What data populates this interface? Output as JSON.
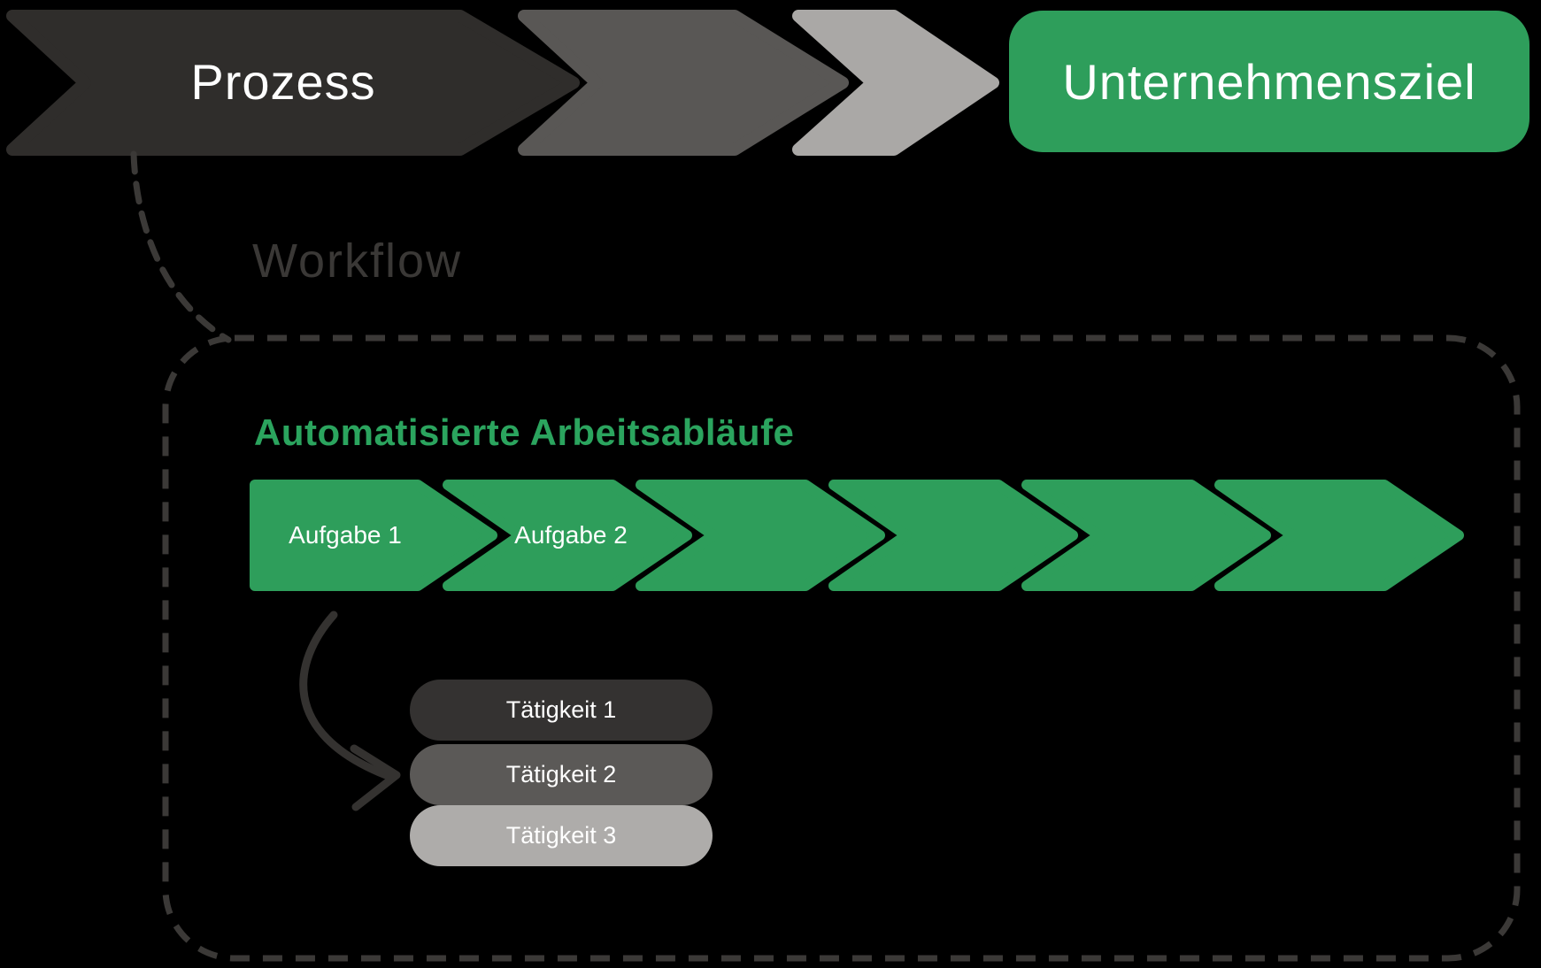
{
  "diagram_title": "Prozess zu Unternehmensziel Workflow-Diagramm",
  "top_flow": {
    "process_label": "Prozess",
    "goal_label": "Unternehmensziel",
    "workflow_label": "Workflow",
    "arrow_count": 3
  },
  "workflow_box": {
    "heading": "Automatisierte Arbeitsabläufe",
    "task_arrow_count": 6,
    "task_labels": [
      "Aufgabe 1",
      "Aufgabe 2",
      "",
      "",
      "",
      ""
    ],
    "activity_labels": [
      "Tätigkeit 1",
      "Tätigkeit 2",
      "Tätigkeit 3"
    ]
  },
  "colors": {
    "background": "#000000",
    "dark_gray": "#2f2d2b",
    "medium_gray": "#595755",
    "light_gray": "#aaa8a6",
    "green": "#2e9e5b",
    "heading_green": "#2ba45e",
    "dashed_line": "#3b3937",
    "text_light": "#ffffff"
  }
}
